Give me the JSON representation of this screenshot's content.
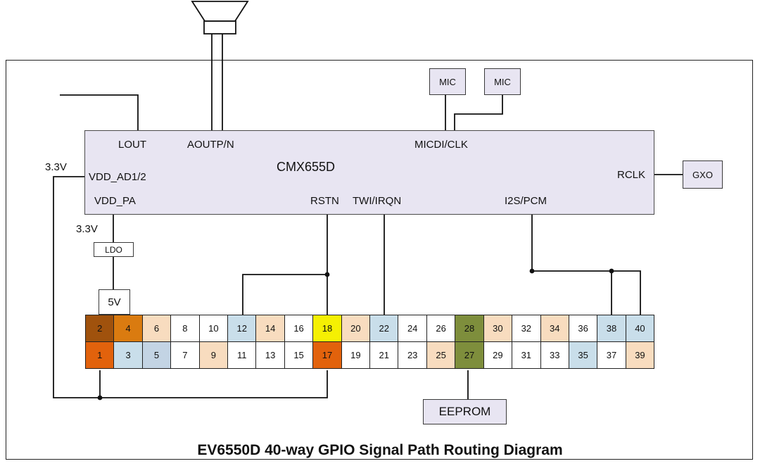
{
  "title": "EV6550D 40-way GPIO Signal Path Routing Diagram",
  "chip": {
    "name": "CMX655D",
    "pins": {
      "lout": "LOUT",
      "aoutp": "AOUTP/N",
      "micdi": "MICDI/CLK",
      "rclk": "RCLK",
      "vdd_ad": "VDD_AD1/2",
      "vdd_pa": "VDD_PA",
      "rstn": "RSTN",
      "twi": "TWI/IRQN",
      "i2s": "I2S/PCM"
    }
  },
  "labels": {
    "v33_left": "3.3V",
    "v33_ldo": "3.3V"
  },
  "blocks": {
    "mic_left": "MIC",
    "mic_right": "MIC",
    "gxo": "GXO",
    "ldo": "LDO",
    "five_v": "5V",
    "eeprom": "EEPROM"
  },
  "gpio_header": {
    "top_row": [
      {
        "pin": 2,
        "color": "#A0520D"
      },
      {
        "pin": 4,
        "color": "#DA7B10"
      },
      {
        "pin": 6,
        "color": "#F8DCBF"
      },
      {
        "pin": 8,
        "color": "#FFFFFF"
      },
      {
        "pin": 10,
        "color": "#FFFFFF"
      },
      {
        "pin": 12,
        "color": "#C9DEEA"
      },
      {
        "pin": 14,
        "color": "#F8DCBF"
      },
      {
        "pin": 16,
        "color": "#FFFFFF"
      },
      {
        "pin": 18,
        "color": "#F5F003"
      },
      {
        "pin": 20,
        "color": "#F8DCBF"
      },
      {
        "pin": 22,
        "color": "#C9DEEA"
      },
      {
        "pin": 24,
        "color": "#FFFFFF"
      },
      {
        "pin": 26,
        "color": "#FFFFFF"
      },
      {
        "pin": 28,
        "color": "#7E8E3C"
      },
      {
        "pin": 30,
        "color": "#F8DCBF"
      },
      {
        "pin": 32,
        "color": "#FFFFFF"
      },
      {
        "pin": 34,
        "color": "#F8DCBF"
      },
      {
        "pin": 36,
        "color": "#FFFFFF"
      },
      {
        "pin": 38,
        "color": "#C9DEEA"
      },
      {
        "pin": 40,
        "color": "#C9DEEA"
      }
    ],
    "bottom_row": [
      {
        "pin": 1,
        "color": "#E2620C"
      },
      {
        "pin": 3,
        "color": "#C9DEEA"
      },
      {
        "pin": 5,
        "color": "#C3D4E4"
      },
      {
        "pin": 7,
        "color": "#FFFFFF"
      },
      {
        "pin": 9,
        "color": "#F8DCBF"
      },
      {
        "pin": 11,
        "color": "#FFFFFF"
      },
      {
        "pin": 13,
        "color": "#FFFFFF"
      },
      {
        "pin": 15,
        "color": "#FFFFFF"
      },
      {
        "pin": 17,
        "color": "#E2620C"
      },
      {
        "pin": 19,
        "color": "#FFFFFF"
      },
      {
        "pin": 21,
        "color": "#FFFFFF"
      },
      {
        "pin": 23,
        "color": "#FFFFFF"
      },
      {
        "pin": 25,
        "color": "#F8DCBF"
      },
      {
        "pin": 27,
        "color": "#7E8E3C"
      },
      {
        "pin": 29,
        "color": "#FFFFFF"
      },
      {
        "pin": 31,
        "color": "#FFFFFF"
      },
      {
        "pin": 33,
        "color": "#FFFFFF"
      },
      {
        "pin": 35,
        "color": "#C9DEEA"
      },
      {
        "pin": 37,
        "color": "#FFFFFF"
      },
      {
        "pin": 39,
        "color": "#F8DCBF"
      }
    ]
  },
  "colors": {
    "block_fill": "#E8E5F2",
    "wire": "#000000"
  }
}
